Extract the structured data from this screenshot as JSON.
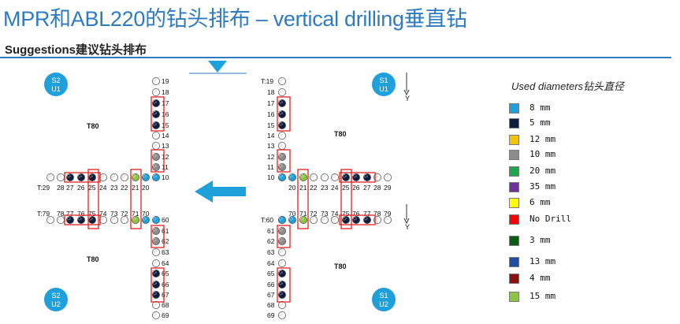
{
  "title": "MPR和ABL220的钻头排布 – vertical drilling垂直钻",
  "subtitle": "Suggestions建议钻头排布",
  "colors": {
    "cyan": "#1ea1db",
    "navy": "#0c1d3d",
    "lime": "#8cc63f",
    "gray": "#8c8c8c",
    "accent": "#2e7bbf",
    "highlight": "#e02020",
    "blade": "#1ea1db"
  },
  "badges": [
    {
      "id": "s2u1",
      "line1": "S2",
      "line2": "U1"
    },
    {
      "id": "s1u1",
      "line1": "S1",
      "line2": "U1"
    },
    {
      "id": "s2u2",
      "line1": "S2",
      "line2": "U2"
    },
    {
      "id": "s1u2",
      "line1": "S1",
      "line2": "U2"
    }
  ],
  "quadrant_labels": [
    "T80",
    "T80",
    "T80",
    "T80"
  ],
  "axis_labels": [
    "Y",
    "Y"
  ],
  "arrow_icon": "left-arrow-icon",
  "blade_icon": "down-triangle-icon",
  "left_unit": {
    "vertical_upper": [
      {
        "n": "19",
        "c": "w"
      },
      {
        "n": "18",
        "c": "w"
      },
      {
        "n": "17",
        "c": "n"
      },
      {
        "n": "16",
        "c": "n"
      },
      {
        "n": "15",
        "c": "n"
      },
      {
        "n": "14",
        "c": "w"
      },
      {
        "n": "13",
        "c": "w"
      },
      {
        "n": "12",
        "c": "g"
      },
      {
        "n": "11",
        "c": "g"
      },
      {
        "n": "10",
        "c": "c"
      }
    ],
    "row_upper_label": "T:29",
    "row_upper": [
      {
        "n": "28",
        "c": "w"
      },
      {
        "n": "27",
        "c": "n"
      },
      {
        "n": "26",
        "c": "n"
      },
      {
        "n": "25",
        "c": "n"
      },
      {
        "n": "24",
        "c": "w"
      },
      {
        "n": "23",
        "c": "w"
      },
      {
        "n": "22",
        "c": "w"
      },
      {
        "n": "21",
        "c": "l"
      },
      {
        "n": "20",
        "c": "c"
      }
    ],
    "row_lower_label": "T:79",
    "row_lower": [
      {
        "n": "78",
        "c": "w"
      },
      {
        "n": "77",
        "c": "n"
      },
      {
        "n": "76",
        "c": "n"
      },
      {
        "n": "75",
        "c": "n"
      },
      {
        "n": "74",
        "c": "w"
      },
      {
        "n": "73",
        "c": "w"
      },
      {
        "n": "72",
        "c": "w"
      },
      {
        "n": "71",
        "c": "l"
      },
      {
        "n": "70",
        "c": "c"
      }
    ],
    "vertical_lower": [
      {
        "n": "60",
        "c": "c"
      },
      {
        "n": "61",
        "c": "g"
      },
      {
        "n": "62",
        "c": "g"
      },
      {
        "n": "63",
        "c": "w"
      },
      {
        "n": "64",
        "c": "w"
      },
      {
        "n": "65",
        "c": "n"
      },
      {
        "n": "66",
        "c": "n"
      },
      {
        "n": "67",
        "c": "n"
      },
      {
        "n": "68",
        "c": "w"
      },
      {
        "n": "69",
        "c": "w"
      }
    ]
  },
  "right_unit": {
    "vertical_upper": [
      {
        "n": "T:19",
        "c": "w"
      },
      {
        "n": "18",
        "c": "w"
      },
      {
        "n": "17",
        "c": "n"
      },
      {
        "n": "16",
        "c": "n"
      },
      {
        "n": "15",
        "c": "n"
      },
      {
        "n": "14",
        "c": "w"
      },
      {
        "n": "13",
        "c": "w"
      },
      {
        "n": "12",
        "c": "g"
      },
      {
        "n": "11",
        "c": "g"
      },
      {
        "n": "10",
        "c": "c"
      }
    ],
    "row_upper": [
      {
        "n": "20",
        "c": "c"
      },
      {
        "n": "21",
        "c": "l"
      },
      {
        "n": "22",
        "c": "w"
      },
      {
        "n": "23",
        "c": "w"
      },
      {
        "n": "24",
        "c": "w"
      },
      {
        "n": "25",
        "c": "n"
      },
      {
        "n": "26",
        "c": "n"
      },
      {
        "n": "27",
        "c": "n"
      },
      {
        "n": "28",
        "c": "w"
      },
      {
        "n": "29",
        "c": "w"
      }
    ],
    "row_lower": [
      {
        "n": "70",
        "c": "c"
      },
      {
        "n": "71",
        "c": "l"
      },
      {
        "n": "72",
        "c": "w"
      },
      {
        "n": "73",
        "c": "w"
      },
      {
        "n": "74",
        "c": "w"
      },
      {
        "n": "75",
        "c": "n"
      },
      {
        "n": "76",
        "c": "n"
      },
      {
        "n": "77",
        "c": "n"
      },
      {
        "n": "78",
        "c": "w"
      },
      {
        "n": "79",
        "c": "w"
      }
    ],
    "vertical_lower": [
      {
        "n": "T:60",
        "c": "c"
      },
      {
        "n": "61",
        "c": "g"
      },
      {
        "n": "62",
        "c": "g"
      },
      {
        "n": "63",
        "c": "w"
      },
      {
        "n": "64",
        "c": "w"
      },
      {
        "n": "65",
        "c": "n"
      },
      {
        "n": "66",
        "c": "n"
      },
      {
        "n": "67",
        "c": "n"
      },
      {
        "n": "68",
        "c": "w"
      },
      {
        "n": "69",
        "c": "w"
      }
    ]
  },
  "legend": {
    "title": "Used diameters钻头直径",
    "items": [
      {
        "label": "8 mm",
        "color": "#1ea1db"
      },
      {
        "label": "5 mm",
        "color": "#0c1d3d"
      },
      {
        "label": "12 mm",
        "color": "#f5c400"
      },
      {
        "label": "10 mm",
        "color": "#8c8c8c"
      },
      {
        "label": "20 mm",
        "color": "#1ea64b"
      },
      {
        "label": "35 mm",
        "color": "#7030a0"
      },
      {
        "label": "6 mm",
        "color": "#ffff00"
      },
      {
        "label": "No Drill",
        "color": "#ff0000"
      },
      {
        "label": "3 mm",
        "color": "#0b5d12"
      },
      {
        "label": "13 mm",
        "color": "#1f4ea6"
      },
      {
        "label": "4 mm",
        "color": "#8b1010"
      },
      {
        "label": "15 mm",
        "color": "#8cc63f"
      }
    ]
  }
}
